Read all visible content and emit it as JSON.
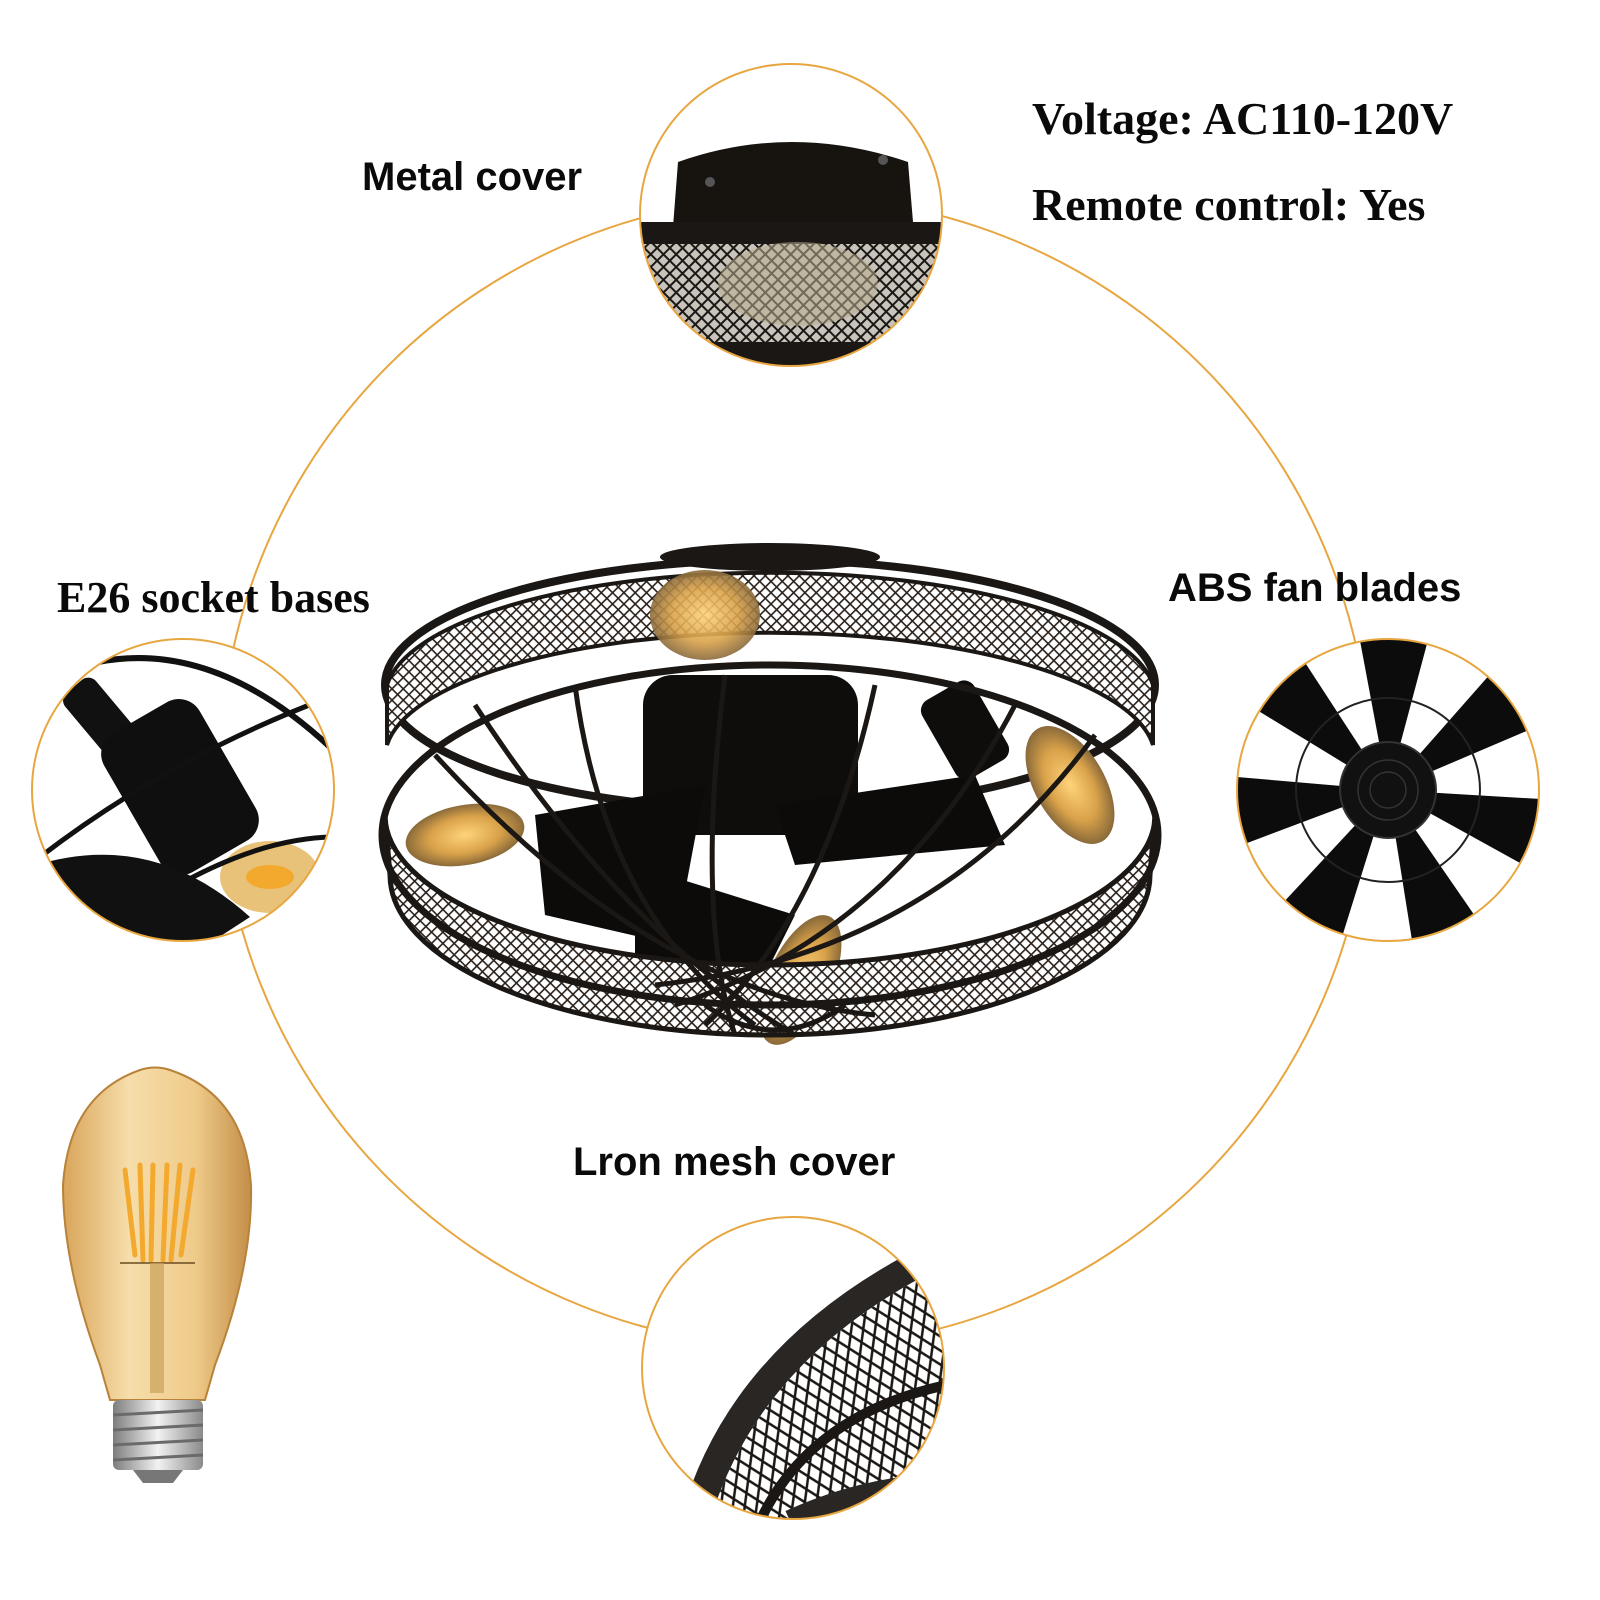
{
  "specs": {
    "voltage": "Voltage: AC110-120V",
    "remote": "Remote control: Yes"
  },
  "callouts": {
    "top": {
      "label": "Metal cover",
      "icon": "metal-cover-closeup"
    },
    "left": {
      "label": "E26 socket bases",
      "icon": "socket-base-closeup"
    },
    "right": {
      "label": "ABS fan blades",
      "icon": "fan-blades-closeup"
    },
    "bottom": {
      "label": "Lron mesh cover",
      "icon": "mesh-cover-closeup"
    }
  },
  "product": {
    "name": "caged-ceiling-fan-with-lights",
    "bulb": "st64-edison-filament-bulb"
  },
  "colors": {
    "accent_ring": "#E8A640",
    "metal": "#1b1714",
    "bulb_glass": "#E9C27A",
    "filament": "#F3A92E",
    "text": "#0a0a0a"
  }
}
